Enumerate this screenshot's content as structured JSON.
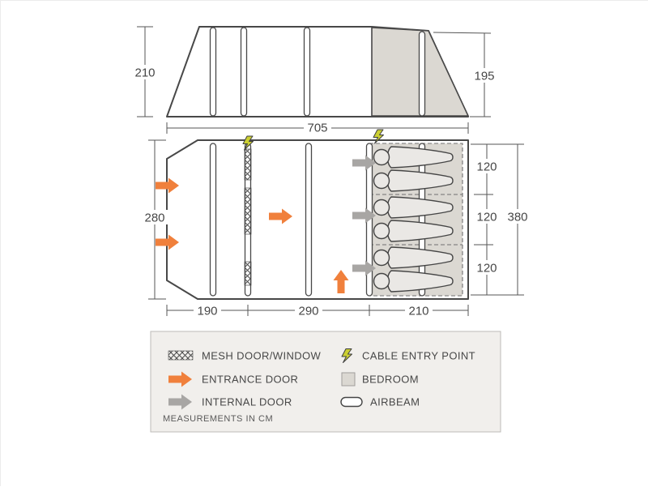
{
  "side_view": {
    "height_left": "210",
    "height_right": "195",
    "length": "705"
  },
  "plan_view": {
    "width_left": "280",
    "total_right": "380",
    "bedroom_sections": [
      "120",
      "120",
      "120"
    ],
    "bottom_sections": [
      "190",
      "290",
      "210"
    ]
  },
  "legend": {
    "items": [
      {
        "icon": "mesh-door-window-icon",
        "label": "MESH DOOR/WINDOW"
      },
      {
        "icon": "cable-entry-point-icon",
        "label": "CABLE ENTRY POINT"
      },
      {
        "icon": "entrance-door-icon",
        "label": "ENTRANCE DOOR"
      },
      {
        "icon": "bedroom-icon",
        "label": "BEDROOM"
      },
      {
        "icon": "internal-door-icon",
        "label": "INTERNAL DOOR"
      },
      {
        "icon": "airbeam-icon",
        "label": "AIRBEAM"
      }
    ],
    "note": "MEASUREMENTS IN CM"
  },
  "colors": {
    "entrance_arrow": "#f0803c",
    "internal_arrow": "#a8a6a4",
    "bedroom_fill": "#dbd8d2",
    "cable_yellow": "#cbcf32",
    "outline": "#484848",
    "legend_bg": "#f1efec",
    "legend_border": "#bdbbb8"
  }
}
